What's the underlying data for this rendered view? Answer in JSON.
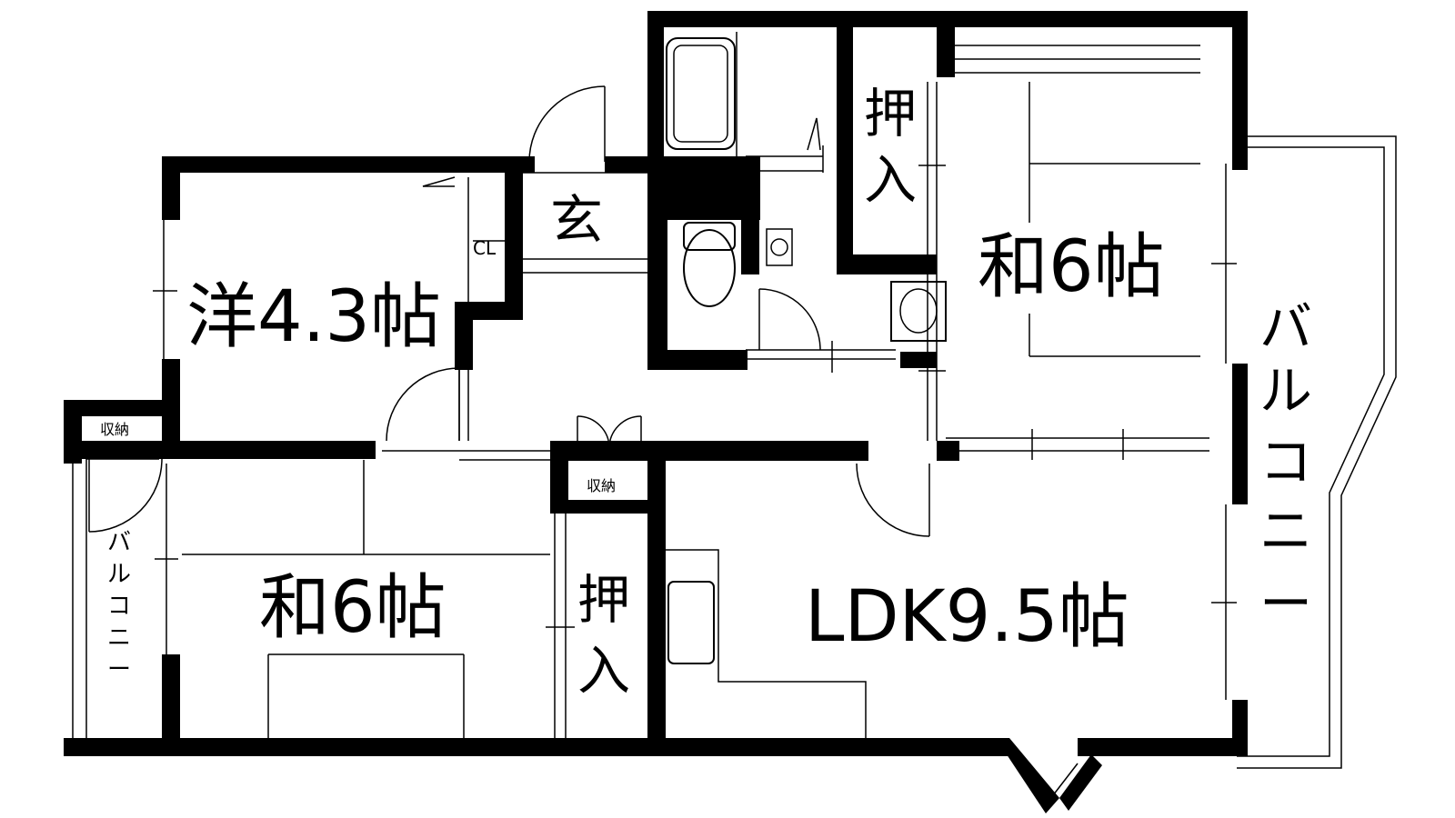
{
  "rooms": {
    "western": "洋4.3帖",
    "japanese_upper": "和6帖",
    "japanese_lower": "和6帖",
    "ldk": "LDK9.5帖",
    "entrance": "玄",
    "closet": "CL"
  },
  "storage": {
    "oshiire_top": [
      "押",
      "入"
    ],
    "oshiire_bottom": [
      "押",
      "入"
    ],
    "shuno_left": "収納",
    "shuno_center": "収納"
  },
  "balconies": {
    "right": [
      "バ",
      "ル",
      "コ",
      "ニ",
      "ー"
    ],
    "left": [
      "バ",
      "ル",
      "コ",
      "ニ",
      "ー"
    ]
  }
}
